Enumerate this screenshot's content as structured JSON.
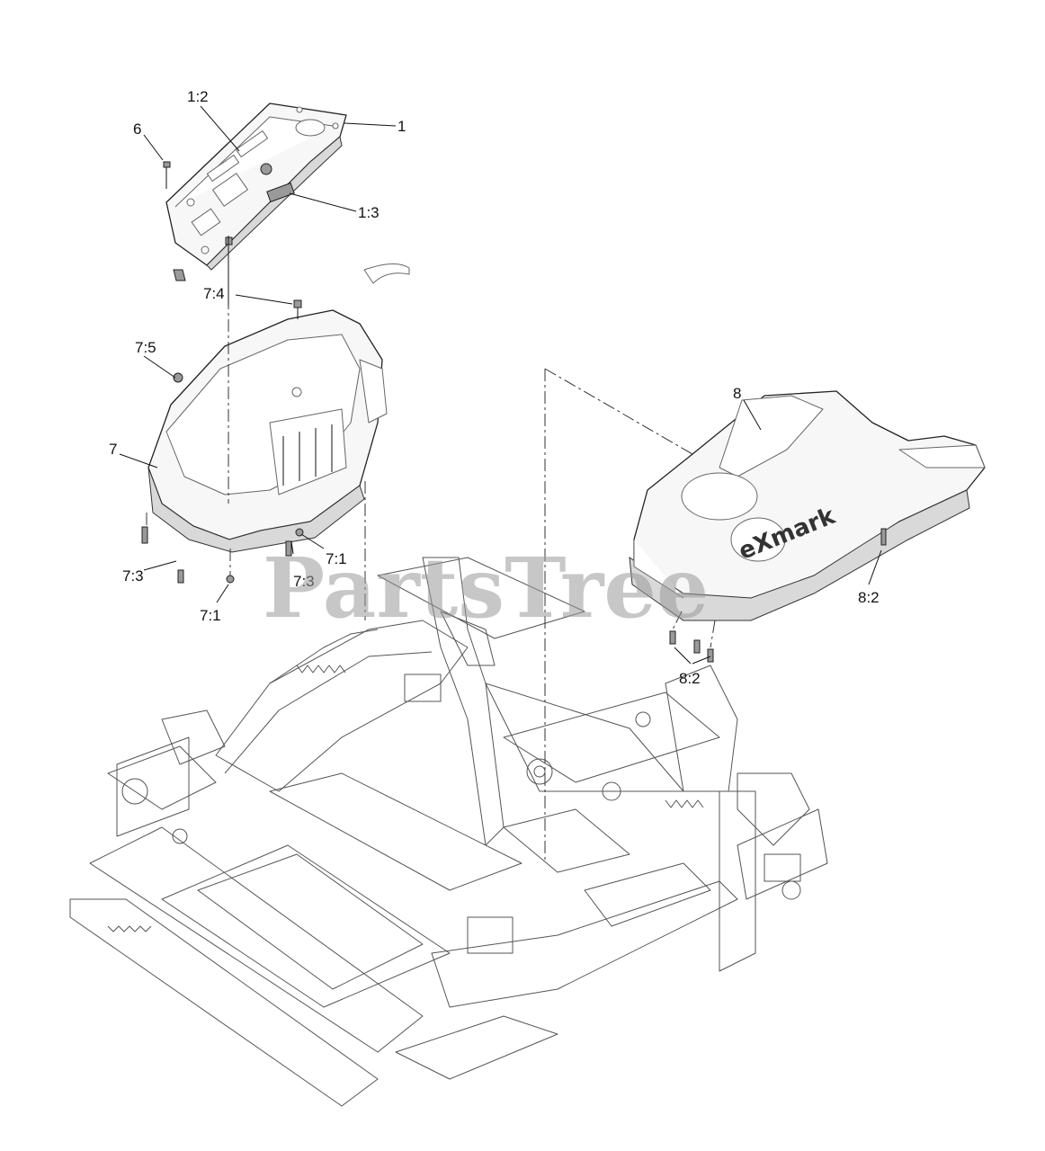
{
  "callouts": [
    {
      "id": "c1",
      "text": "1"
    },
    {
      "id": "c1_2",
      "text": "1:2"
    },
    {
      "id": "c1_3",
      "text": "1:3"
    },
    {
      "id": "c6",
      "text": "6"
    },
    {
      "id": "c7_4",
      "text": "7:4"
    },
    {
      "id": "c7_5",
      "text": "7:5"
    },
    {
      "id": "c7",
      "text": "7"
    },
    {
      "id": "c7_3a",
      "text": "7:3"
    },
    {
      "id": "c7_3b",
      "text": "7:3"
    },
    {
      "id": "c7_1a",
      "text": "7:1"
    },
    {
      "id": "c7_1b",
      "text": "7:1"
    },
    {
      "id": "c8",
      "text": "8"
    },
    {
      "id": "c8_2a",
      "text": "8:2"
    },
    {
      "id": "c8_2b",
      "text": "8:2"
    }
  ],
  "watermark": "PartsTree",
  "brand_mark": "eXmark"
}
